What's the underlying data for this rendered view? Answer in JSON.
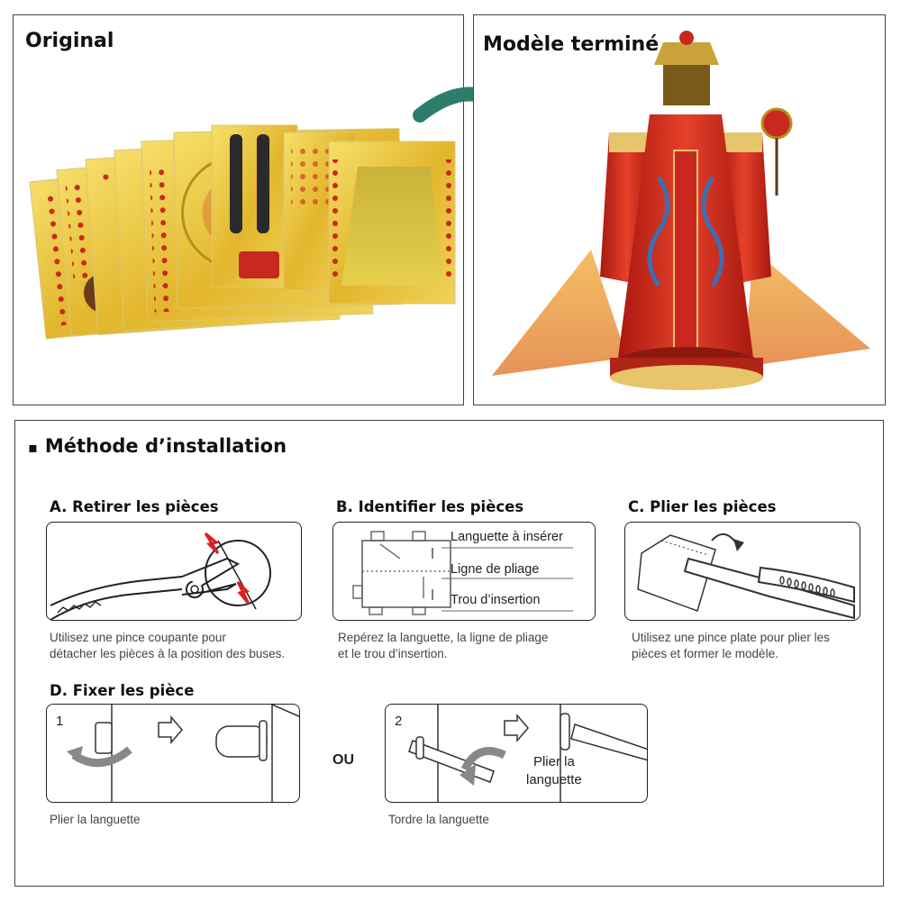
{
  "top": {
    "original_title": "Original",
    "finished_title": "Modèle terminé"
  },
  "install": {
    "title": "Méthode d’installation",
    "bullet": "▪",
    "step_a": {
      "title": "A. Retirer les pièces",
      "caption_line1": "Utilisez une pince coupante pour",
      "caption_line2": "détacher les pièces à la position des buses."
    },
    "step_b": {
      "title": "B. Identifier les pièces",
      "label_tab": "Languette à insérer",
      "label_fold": "Ligne de pliage",
      "label_hole": "Trou d’insertion",
      "caption_line1": "Repérez la languette, la ligne de pliage",
      "caption_line2": "et le trou d’insertion."
    },
    "step_c": {
      "title": "C. Plier les pièces",
      "caption_line1": "Utilisez une pince plate pour plier les",
      "caption_line2": "pièces et former le modèle."
    },
    "step_d": {
      "title": "D. Fixer les pièce",
      "option1_number": "1",
      "option2_number": "2",
      "or_label": "OU",
      "option2_label_line1": "Plier la",
      "option2_label_line2": "languette",
      "option1_caption": "Plier la languette",
      "option2_caption": "Tordre la languette"
    }
  },
  "colors": {
    "gold": "#e8c23a",
    "red": "#c8281e",
    "arrow_green": "#2e7d6b",
    "accent_red": "#d92020"
  }
}
